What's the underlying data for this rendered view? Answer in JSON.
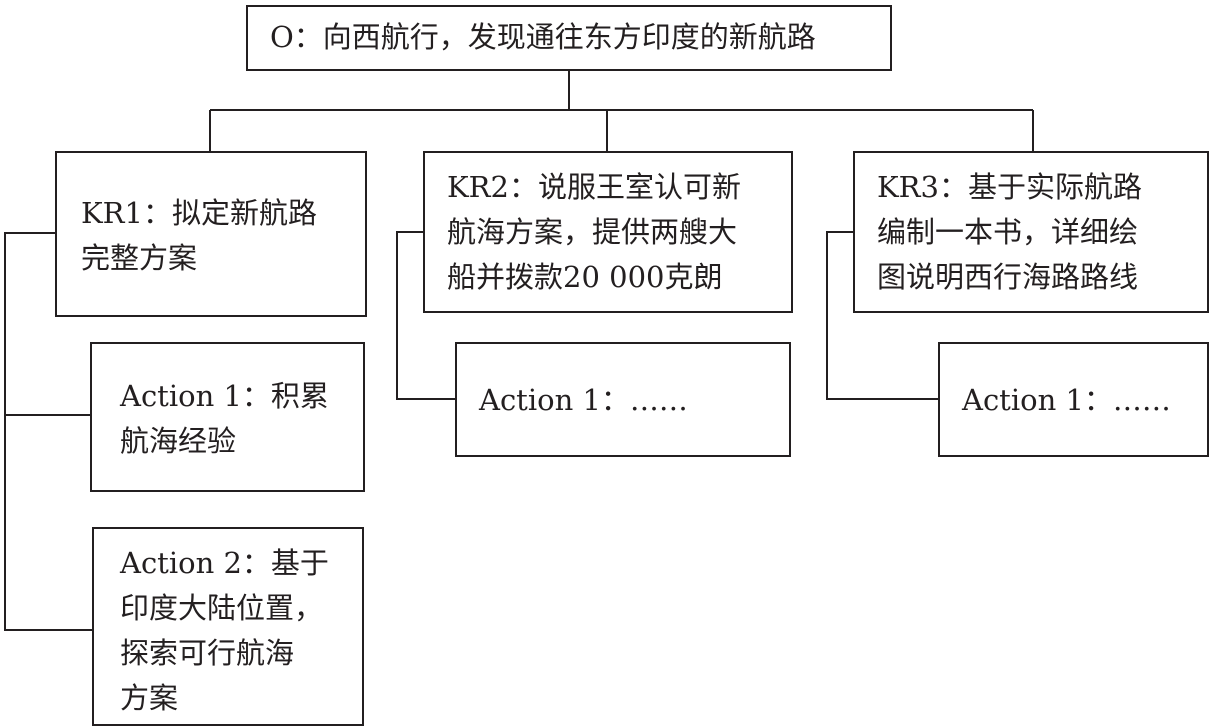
{
  "objective": {
    "label": "O：向西航行，发现通往东方印度的新航路"
  },
  "key_results": [
    {
      "label": "KR1：拟定新航路\n完整方案",
      "actions": [
        "Action 1：积累\n航海经验",
        "Action 2：基于\n印度大陆位置，\n探索可行航海\n方案"
      ]
    },
    {
      "label": "KR2：说服王室认可新\n航海方案，提供两艘大\n船并拨款20 000克朗",
      "actions": [
        "Action 1：……"
      ]
    },
    {
      "label": "KR3：基于实际航路\n编制一本书，详细绘\n图说明西行海路路线",
      "actions": [
        "Action 1：……"
      ]
    }
  ]
}
